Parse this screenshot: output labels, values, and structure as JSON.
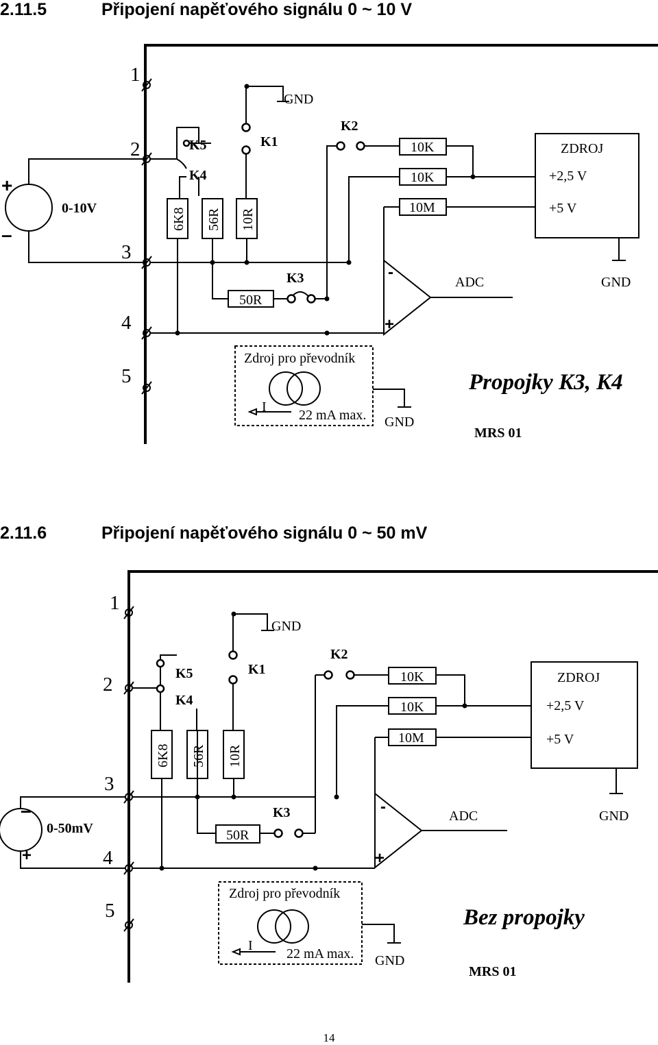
{
  "section1": {
    "number": "2.11.5",
    "title": "Připojení napěťového signálu 0 ~ 10 V",
    "terminals": [
      "1",
      "2",
      "3",
      "4",
      "5"
    ],
    "source_label": "0-10V",
    "source_plus": "+",
    "source_minus": "–",
    "jumpers": {
      "k1": "K1",
      "k2": "K2",
      "k3": "K3",
      "k4": "K4",
      "k5": "K5"
    },
    "resistors": {
      "r6k8": "6K8",
      "r56": "56R",
      "r10": "10R",
      "r50": "50R",
      "r10k_a": "10K",
      "r10k_b": "10K",
      "r10m": "10M"
    },
    "gnd": "GND",
    "adc": "ADC",
    "opamp_minus": "-",
    "opamp_plus": "+",
    "supply": {
      "name": "ZDROJ",
      "v1": "+2,5 V",
      "v2": "+5 V"
    },
    "current_source": {
      "title": "Zdroj pro převodník",
      "current": "I",
      "max": "22 mA max."
    },
    "caption": "Propojky  K3, K4",
    "model": "MRS 01"
  },
  "section2": {
    "number": "2.11.6",
    "title": "Připojení napěťového signálu 0 ~ 50 mV",
    "terminals": [
      "1",
      "2",
      "3",
      "4",
      "5"
    ],
    "source_label": "0-50mV",
    "source_plus": "+",
    "source_minus": "–",
    "jumpers": {
      "k1": "K1",
      "k2": "K2",
      "k3": "K3",
      "k4": "K4",
      "k5": "K5"
    },
    "resistors": {
      "r6k8": "6K8",
      "r56": "56R",
      "r10": "10R",
      "r50": "50R",
      "r10k_a": "10K",
      "r10k_b": "10K",
      "r10m": "10M"
    },
    "gnd": "GND",
    "adc": "ADC",
    "opamp_minus": "-",
    "opamp_plus": "+",
    "supply": {
      "name": "ZDROJ",
      "v1": "+2,5 V",
      "v2": "+5 V"
    },
    "current_source": {
      "title": "Zdroj pro převodník",
      "current": "I",
      "max": "22 mA max."
    },
    "caption": "Bez propojky",
    "model": "MRS 01"
  },
  "page_number": "14"
}
